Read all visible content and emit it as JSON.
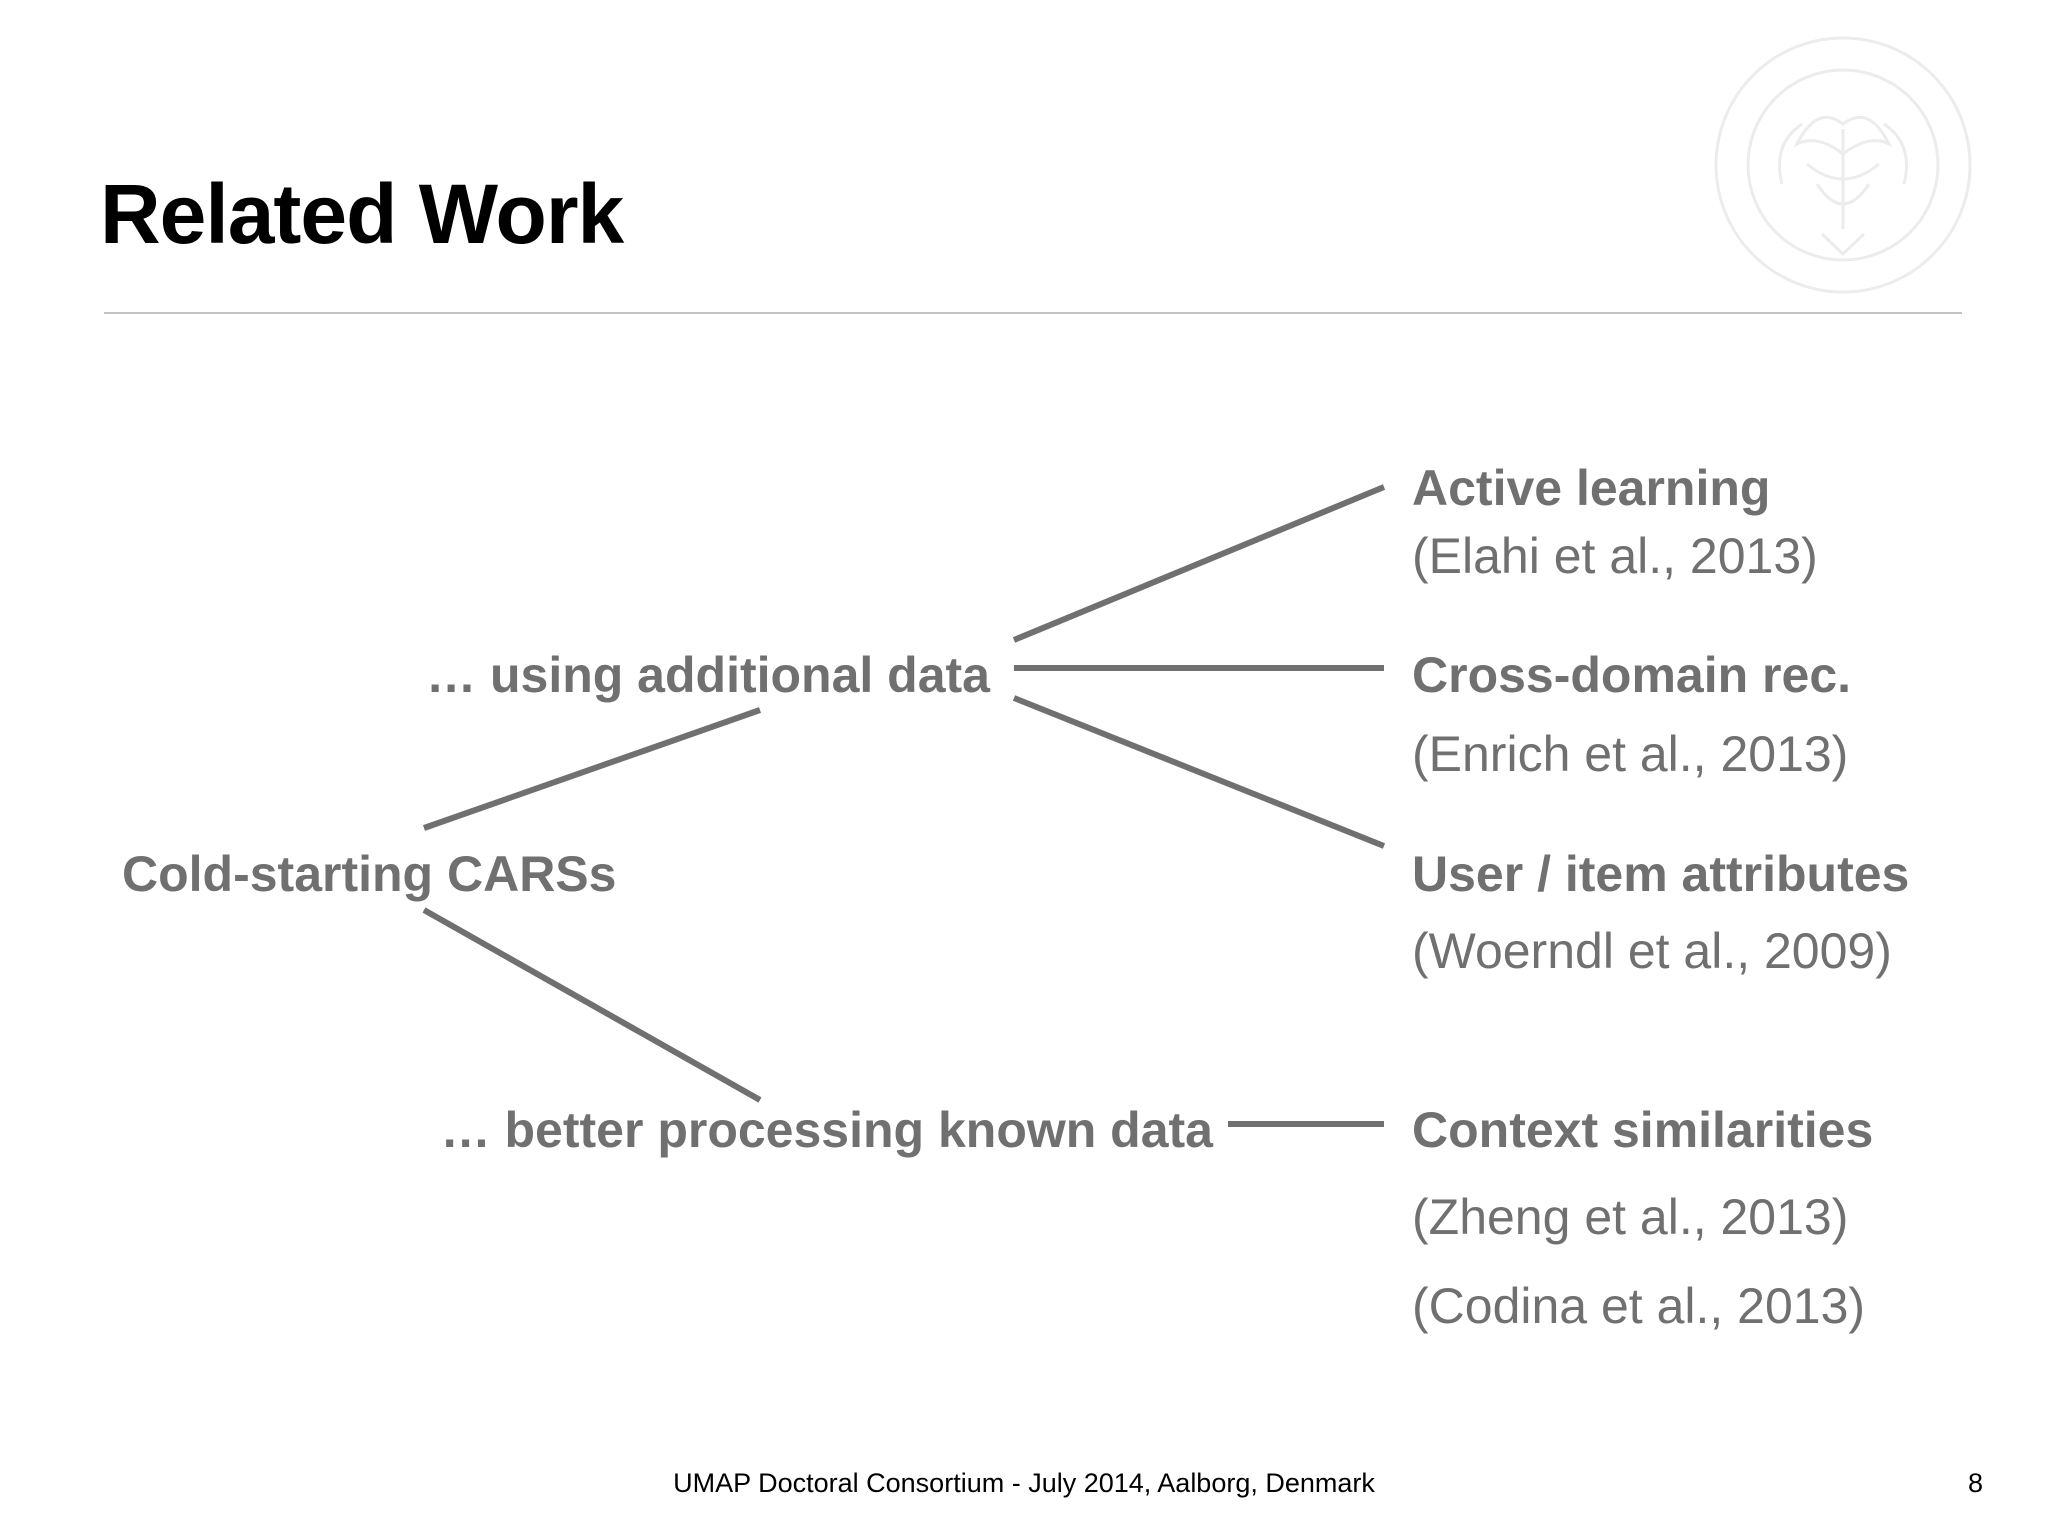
{
  "slide": {
    "title": "Related Work",
    "footer": "UMAP Doctoral Consortium - July 2014, Aalborg, Denmark",
    "page_number": "8",
    "text_color": "#000000",
    "diagram_color": "#707070",
    "seal_icon": "university-seal-watermark"
  },
  "diagram": {
    "root": "Cold-starting CARSs",
    "branches": [
      {
        "label": "… using additional data",
        "leaves": [
          {
            "label": "Active learning",
            "citations": [
              "(Elahi et al., 2013)"
            ]
          },
          {
            "label": "Cross-domain rec.",
            "citations": [
              "(Enrich et al., 2013)"
            ]
          },
          {
            "label": "User / item attributes",
            "citations": [
              "(Woerndl et al., 2009)"
            ]
          }
        ]
      },
      {
        "label": "… better processing known data",
        "leaves": [
          {
            "label": "Context similarities",
            "citations": [
              "(Zheng et al., 2013)",
              "(Codina et al., 2013)"
            ]
          }
        ]
      }
    ]
  }
}
